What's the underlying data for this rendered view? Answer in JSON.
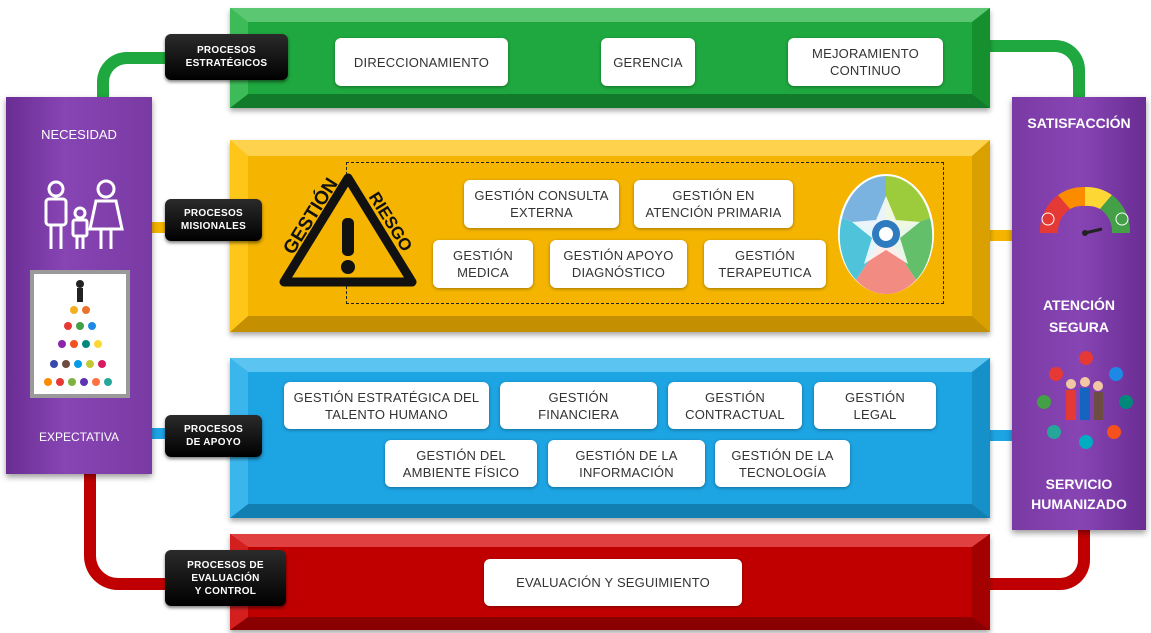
{
  "left_panel": {
    "top_label": "NECESIDAD",
    "bottom_label": "EXPECTATIVA"
  },
  "right_panel": {
    "label_1": "SATISFACCIÓN",
    "label_2": "ATENCIÓN\nSEGURA",
    "label_3": "SERVICIO\nHUMANIZADO"
  },
  "strategic": {
    "label": "PROCESOS\nESTRATÉGICOS",
    "color": "#1fa83f",
    "boxes": [
      "DIRECCIONAMIENTO",
      "GERENCIA",
      "MEJORAMIENTO\nCONTINUO"
    ]
  },
  "missional": {
    "label": "PROCESOS\nMISIONALES",
    "color": "#f4b400",
    "warning_word_1": "GESTIÓN",
    "warning_word_2": "RIESGO",
    "boxes": [
      "GESTIÓN CONSULTA\nEXTERNA",
      "GESTIÓN EN\nATENCIÓN PRIMARIA",
      "GESTIÓN\nMEDICA",
      "GESTIÓN APOYO\nDIAGNÓSTICO",
      "GESTIÓN\nTERAPEUTICA"
    ]
  },
  "support": {
    "label": "PROCESOS\nDE APOYO",
    "color": "#1da4e3",
    "boxes": [
      "GESTIÓN ESTRATÉGICA DEL\nTALENTO HUMANO",
      "GESTIÓN\nFINANCIERA",
      "GESTIÓN\nCONTRACTUAL",
      "GESTIÓN\nLEGAL",
      "GESTIÓN DEL\nAMBIENTE FÍSICO",
      "GESTIÓN DE LA\nINFORMACIÓN",
      "GESTIÓN DE LA\nTECNOLOGÍA"
    ]
  },
  "evaluation": {
    "label": "PROCESOS DE\nEVALUACIÓN\nY CONTROL",
    "color": "#c00000",
    "boxes": [
      "EVALUACIÓN Y SEGUIMIENTO"
    ]
  }
}
